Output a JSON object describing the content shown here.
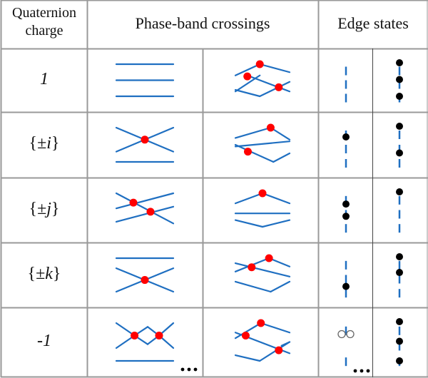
{
  "table": {
    "headers": {
      "charge": [
        "Quaternion",
        "charge"
      ],
      "crossings": "Phase-band crossings",
      "edge": "Edge states"
    },
    "rows": [
      {
        "charge": "1",
        "charge_italic": true,
        "crossing_a": {
          "lines": [
            [
              [
                0,
                0
              ],
              [
                1,
                0
              ]
            ],
            [
              [
                0,
                0.5
              ],
              [
                1,
                0.5
              ]
            ],
            [
              [
                0,
                1
              ],
              [
                1,
                1
              ]
            ]
          ],
          "nodes": []
        },
        "crossing_b": {
          "lines": [
            [
              [
                0,
                0.35
              ],
              [
                0.45,
                0
              ]
            ],
            [
              [
                0.45,
                0
              ],
              [
                1,
                0.25
              ]
            ],
            [
              [
                0,
                0.85
              ],
              [
                0.45,
                0.35
              ]
            ],
            [
              [
                0.22,
                0.35
              ],
              [
                1,
                0.85
              ]
            ],
            [
              [
                0,
                0.8
              ],
              [
                0.45,
                1
              ]
            ],
            [
              [
                0.45,
                1
              ],
              [
                1,
                0.55
              ]
            ]
          ],
          "nodes": [
            [
              0.45,
              0
            ],
            [
              0.22,
              0.38
            ],
            [
              0.8,
              0.72
            ]
          ]
        },
        "edge_a": {
          "dashes": 3,
          "dots": []
        },
        "edge_b": {
          "dashes": 3,
          "dots": [
            0.0,
            0.5,
            1.0
          ]
        }
      },
      {
        "charge": "{±i}",
        "charge_italic_part": "i",
        "crossing_a": {
          "lines": [
            [
              [
                0,
                0
              ],
              [
                1,
                0.7
              ]
            ],
            [
              [
                0,
                0.7
              ],
              [
                1,
                0
              ]
            ],
            [
              [
                0,
                1
              ],
              [
                1,
                1
              ]
            ]
          ],
          "nodes": [
            [
              0.5,
              0.35
            ]
          ]
        },
        "crossing_b": {
          "lines": [
            [
              [
                0,
                0.3
              ],
              [
                0.65,
                0
              ]
            ],
            [
              [
                0.65,
                0
              ],
              [
                1,
                0.35
              ]
            ],
            [
              [
                0,
                0.55
              ],
              [
                1,
                0.4
              ]
            ],
            [
              [
                0,
                0.5
              ],
              [
                0.7,
                1
              ]
            ],
            [
              [
                0.7,
                1
              ],
              [
                1,
                0.75
              ]
            ]
          ],
          "nodes": [
            [
              0.65,
              0
            ],
            [
              0.23,
              0.7
            ]
          ]
        },
        "edge_a": {
          "dashes": 3,
          "dots": [
            0.3
          ]
        },
        "edge_b": {
          "dashes": 3,
          "dots": [
            0.0,
            0.75
          ]
        }
      },
      {
        "charge": "{±j}",
        "charge_italic_part": "j",
        "crossing_a": {
          "lines": [
            [
              [
                0,
                0
              ],
              [
                1,
                0.9
              ]
            ],
            [
              [
                0,
                0.45
              ],
              [
                1,
                0
              ]
            ],
            [
              [
                0,
                0.85
              ],
              [
                1,
                0.4
              ]
            ]
          ],
          "nodes": [
            [
              0.3,
              0.28
            ],
            [
              0.6,
              0.55
            ]
          ]
        },
        "crossing_b": {
          "lines": [
            [
              [
                0,
                0.3
              ],
              [
                0.5,
                0
              ]
            ],
            [
              [
                0.5,
                0
              ],
              [
                1,
                0.3
              ]
            ],
            [
              [
                0,
                0.6
              ],
              [
                1,
                0.6
              ]
            ],
            [
              [
                0,
                0.8
              ],
              [
                0.5,
                1
              ]
            ],
            [
              [
                0.5,
                1
              ],
              [
                1,
                0.8
              ]
            ]
          ],
          "nodes": [
            [
              0.5,
              0
            ]
          ]
        },
        "edge_a": {
          "dashes": 3,
          "dots": [
            0.35,
            0.7
          ]
        },
        "edge_b": {
          "dashes": 3,
          "dots": [
            0.0
          ]
        }
      },
      {
        "charge": "{±k}",
        "charge_italic_part": "k",
        "crossing_a": {
          "lines": [
            [
              [
                0,
                0
              ],
              [
                1,
                0
              ]
            ],
            [
              [
                0,
                0.3
              ],
              [
                1,
                1
              ]
            ],
            [
              [
                0,
                1
              ],
              [
                1,
                0.3
              ]
            ]
          ],
          "nodes": [
            [
              0.5,
              0.65
            ]
          ]
        },
        "crossing_b": {
          "lines": [
            [
              [
                0,
                0.4
              ],
              [
                0.62,
                0
              ]
            ],
            [
              [
                0.62,
                0
              ],
              [
                1,
                0.25
              ]
            ],
            [
              [
                0,
                0.15
              ],
              [
                1,
                0.55
              ]
            ],
            [
              [
                0,
                0.7
              ],
              [
                0.65,
                1
              ]
            ],
            [
              [
                0.65,
                1
              ],
              [
                1,
                0.7
              ]
            ]
          ],
          "nodes": [
            [
              0.62,
              0
            ],
            [
              0.3,
              0.27
            ]
          ]
        },
        "edge_a": {
          "dashes": 3,
          "dots": [
            0.85
          ]
        },
        "edge_b": {
          "dashes": 3,
          "dots": [
            0.0,
            0.45
          ]
        }
      },
      {
        "charge": "-1",
        "charge_italic": true,
        "crossing_a": {
          "lines": [
            [
              [
                0,
                0
              ],
              [
                0.32,
                0.33
              ]
            ],
            [
              [
                0,
                0.66
              ],
              [
                0.32,
                0.33
              ]
            ],
            [
              [
                0.32,
                0.33
              ],
              [
                0.55,
                0.1
              ]
            ],
            [
              [
                0.32,
                0.33
              ],
              [
                0.55,
                0.56
              ]
            ],
            [
              [
                0.55,
                0.1
              ],
              [
                0.75,
                0.33
              ]
            ],
            [
              [
                0.55,
                0.56
              ],
              [
                0.75,
                0.33
              ]
            ],
            [
              [
                0.75,
                0.33
              ],
              [
                1,
                0
              ]
            ],
            [
              [
                0.75,
                0.33
              ],
              [
                1,
                0.66
              ]
            ],
            [
              [
                0,
                1
              ],
              [
                1,
                1
              ]
            ]
          ],
          "nodes": [
            [
              0.32,
              0.33
            ],
            [
              0.75,
              0.33
            ]
          ]
        },
        "crossing_b": {
          "lines": [
            [
              [
                0,
                0.4
              ],
              [
                0.47,
                0
              ]
            ],
            [
              [
                0.47,
                0
              ],
              [
                1,
                0.25
              ]
            ],
            [
              [
                0,
                0.25
              ],
              [
                1,
                0.8
              ]
            ],
            [
              [
                0.85,
                0.6
              ],
              [
                1,
                0.5
              ]
            ],
            [
              [
                0,
                0.85
              ],
              [
                0.45,
                1
              ]
            ],
            [
              [
                0.45,
                1
              ],
              [
                1,
                0.5
              ]
            ]
          ],
          "nodes": [
            [
              0.47,
              0
            ],
            [
              0.19,
              0.33
            ],
            [
              0.8,
              0.72
            ]
          ]
        },
        "edge_a": {
          "dashes": 2,
          "dots": [],
          "open_pair": 0.3,
          "ellipsis": true
        },
        "edge_b": {
          "dashes": 3,
          "dots": [
            0.0,
            0.5,
            1.0
          ]
        },
        "ellipsis": true
      }
    ]
  },
  "colors": {
    "band": "#1f6fc1",
    "crossing_node": "#ff0000",
    "edge_dash": "#1f6fc1",
    "edge_dot": "#000000",
    "grid": "#999999",
    "inner_grid": "#444444"
  }
}
